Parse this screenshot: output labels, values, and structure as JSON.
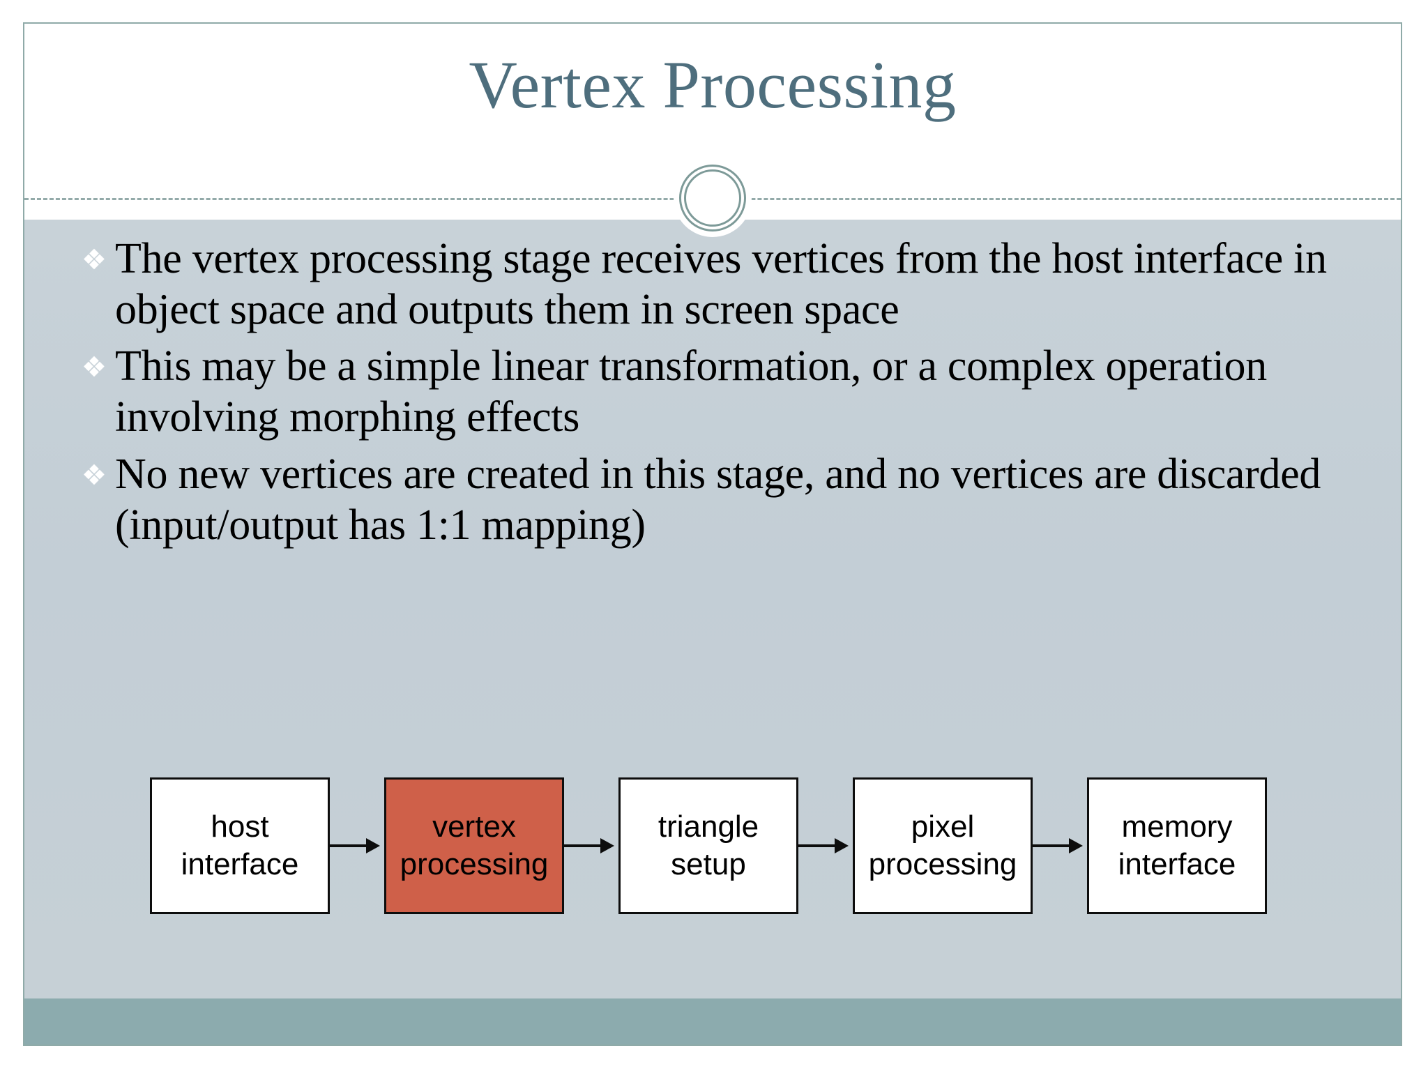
{
  "slide": {
    "title": "Vertex Processing",
    "ornament_icon": "double-ring-circle-icon",
    "bullet_glyph": "❖",
    "bullets": [
      "The vertex processing stage receives vertices from the host interface in object space and outputs them in screen space",
      "This may be a simple linear transformation, or a complex operation involving morphing effects",
      "No new vertices are created in this stage, and no vertices are discarded (input/output has 1:1 mapping)"
    ]
  },
  "pipeline": {
    "arrow_icon": "arrow-right-icon",
    "stages": [
      {
        "line1": "host",
        "line2": "interface",
        "highlighted": false
      },
      {
        "line1": "vertex",
        "line2": "processing",
        "highlighted": true
      },
      {
        "line1": "triangle",
        "line2": "setup",
        "highlighted": false
      },
      {
        "line1": "pixel",
        "line2": "processing",
        "highlighted": false
      },
      {
        "line1": "memory",
        "line2": "interface",
        "highlighted": false
      }
    ]
  },
  "colors": {
    "title_text": "#4e6e7d",
    "body_background": "#c3ced6",
    "footer_bar": "#8cabae",
    "slide_border": "#8faaa8",
    "ornament_ring": "#7d9a98",
    "highlight_box": "#cf6049",
    "body_text": "#000000",
    "bullet_glyph": "#ffffff"
  }
}
